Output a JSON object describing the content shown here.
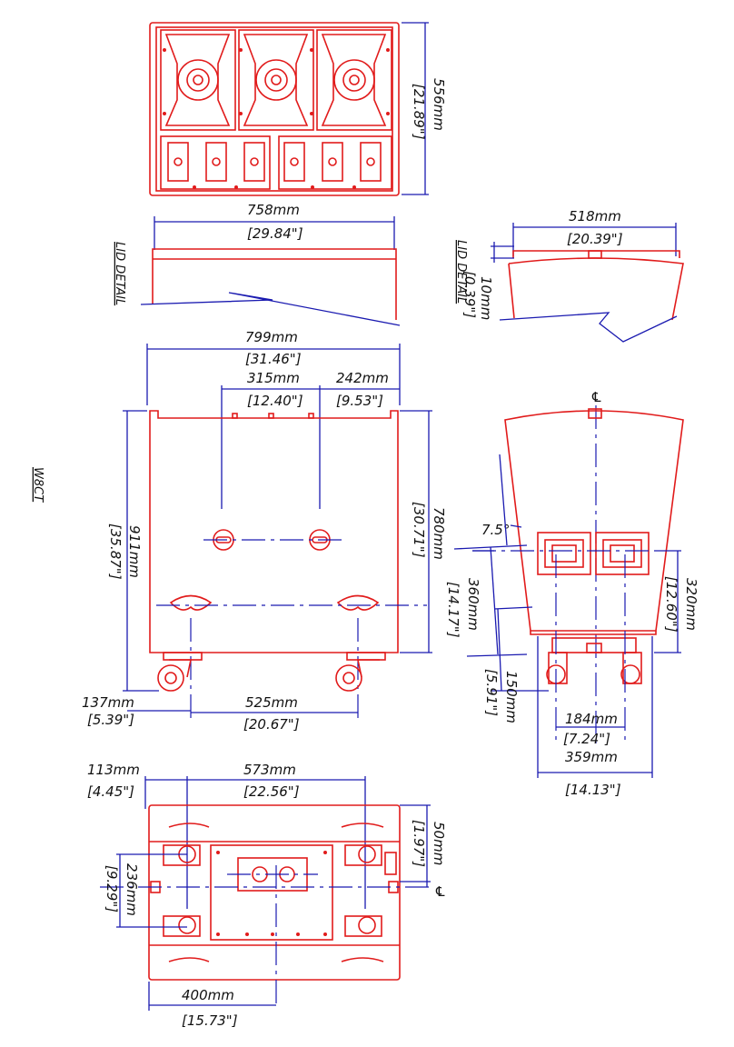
{
  "drawing": {
    "model": "W8CT",
    "lid_detail_label": "LID  DETAIL",
    "centerline_symbol": "℄",
    "top_view": {
      "depth_mm": "556mm",
      "depth_in": "[21.89\"]"
    },
    "lid_front": {
      "width_mm": "758mm",
      "width_in": "[29.84\"]"
    },
    "lid_side": {
      "width_mm": "518mm",
      "width_in": "[20.39\"]",
      "height_mm": "10mm",
      "height_in": "[0.39\"]"
    },
    "front_view": {
      "width_mm": "799mm",
      "width_in": "[31.46\"]",
      "handle_spacing_mm": "315mm",
      "handle_spacing_in": "[12.40\"]",
      "handle_offset_mm": "242mm",
      "handle_offset_in": "[9.53\"]",
      "total_height_mm": "911mm",
      "total_height_in": "[35.87\"]",
      "cabinet_height_mm": "780mm",
      "cabinet_height_in": "[30.71\"]",
      "caster_inset_mm": "137mm",
      "caster_inset_in": "[5.39\"]",
      "caster_spacing_mm": "525mm",
      "caster_spacing_in": "[20.67\"]"
    },
    "side_view": {
      "angle": "7.5°",
      "h360_mm": "360mm",
      "h360_in": "[14.17\"]",
      "h150_mm": "150mm",
      "h150_in": "[5.91\"]",
      "h320_mm": "320mm",
      "h320_in": "[12.60\"]",
      "w184_mm": "184mm",
      "w184_in": "[7.24\"]",
      "w359_mm": "359mm",
      "w359_in": "[14.13\"]"
    },
    "bottom_view": {
      "inset_mm": "113mm",
      "inset_in": "[4.45\"]",
      "spacing_mm": "573mm",
      "spacing_in": "[22.56\"]",
      "edge_mm": "50mm",
      "edge_in": "[1.97\"]",
      "depth_mm": "236mm",
      "depth_in": "[9.29\"]",
      "width_mm": "400mm",
      "width_in": "[15.73\"]"
    }
  }
}
